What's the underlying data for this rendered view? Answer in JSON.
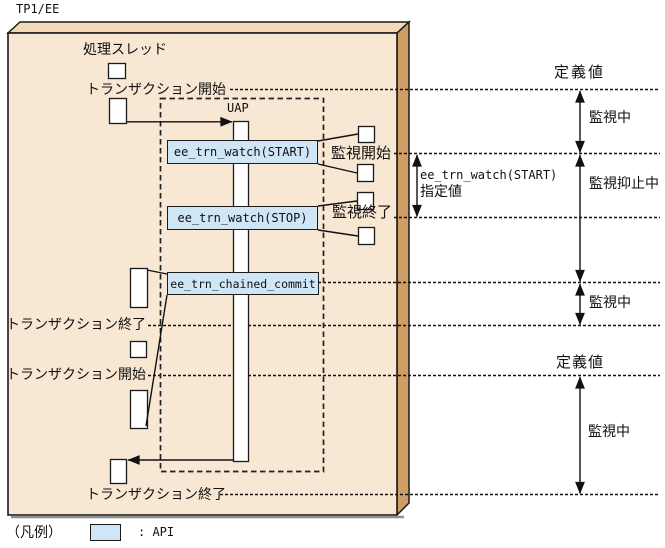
{
  "app": {
    "title": "TP1/EE"
  },
  "labels": {
    "thread": "処理スレッド",
    "uap": "UAP",
    "tx_start_1": "トランザクション開始",
    "watch_start": "監視開始",
    "watch_end": "監視終了",
    "tx_end_1": "トランザクション終了",
    "tx_start_2": "トランザクション開始",
    "tx_end_2": "トランザクション終了"
  },
  "api": {
    "watch_start_call": "ee_trn_watch(START)",
    "watch_stop_call": "ee_trn_watch(STOP)",
    "chained_commit_call": "ee_trn_chained_commit"
  },
  "annotations": {
    "defined_value_1": "定義値",
    "monitoring_1": "監視中",
    "specified_value_api": "ee_trn_watch(START)",
    "specified_value_suffix": "指定値",
    "suppressed": "監視抑止中",
    "monitoring_2": "監視中",
    "defined_value_2": "定義値",
    "monitoring_3": "監視中"
  },
  "legend": {
    "caption": "（凡例）",
    "api_label": ": API"
  },
  "colors": {
    "api_fill": "#cfe6f7",
    "panel_front": "#f8e7d3",
    "panel_top": "#f2d9b8",
    "panel_side": "#cf9d66",
    "line": "#111111"
  }
}
